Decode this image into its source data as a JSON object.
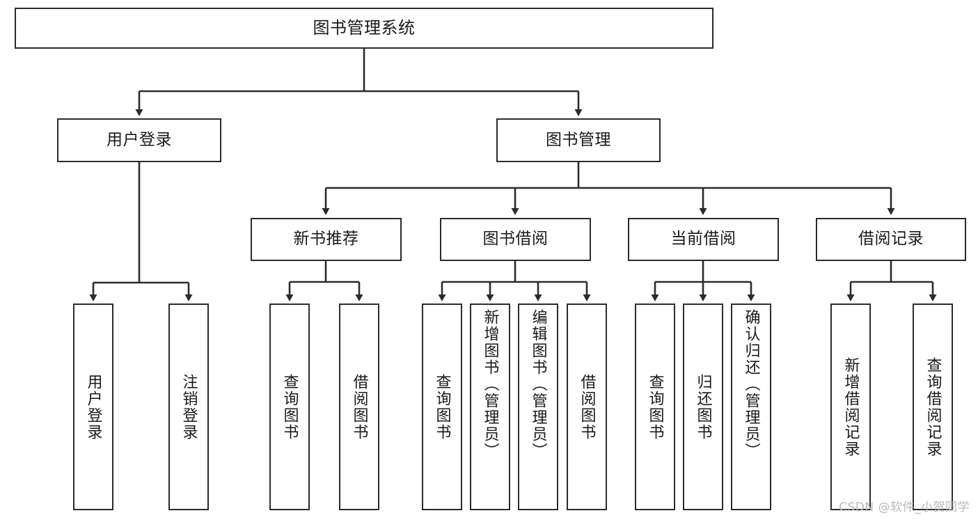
{
  "diagram": {
    "title": "图书管理系统",
    "type": "tree-hierarchy-chart",
    "watermark": "CSDN @软件_小贺同学",
    "colors": {
      "box_border": "#2b2b2b",
      "box_fill": "#ffffff",
      "edge": "#2b2b2b",
      "text": "#1a1a1a",
      "watermark": "#b9b9b9"
    },
    "nodes": {
      "root": {
        "label": "图书管理系统"
      },
      "level2": [
        {
          "label": "用户登录"
        },
        {
          "label": "图书管理"
        }
      ],
      "level3": [
        {
          "label": "新书推荐"
        },
        {
          "label": "图书借阅"
        },
        {
          "label": "当前借阅"
        },
        {
          "label": "借阅记录"
        }
      ],
      "leaves_user_login": [
        {
          "label": "用户登录"
        },
        {
          "label": "注销登录"
        }
      ],
      "leaves_new_book": [
        {
          "label": "查询图书"
        },
        {
          "label": "借阅图书"
        }
      ],
      "leaves_borrow": [
        {
          "label": "查询图书"
        },
        {
          "label": "新增图书（管理员）"
        },
        {
          "label": "编辑图书（管理员）"
        },
        {
          "label": "借阅图书"
        }
      ],
      "leaves_current": [
        {
          "label": "查询图书"
        },
        {
          "label": "归还图书"
        },
        {
          "label": "确认归还（管理员）"
        }
      ],
      "leaves_records": [
        {
          "label": "新增借阅记录"
        },
        {
          "label": "查询借阅记录"
        }
      ]
    }
  }
}
